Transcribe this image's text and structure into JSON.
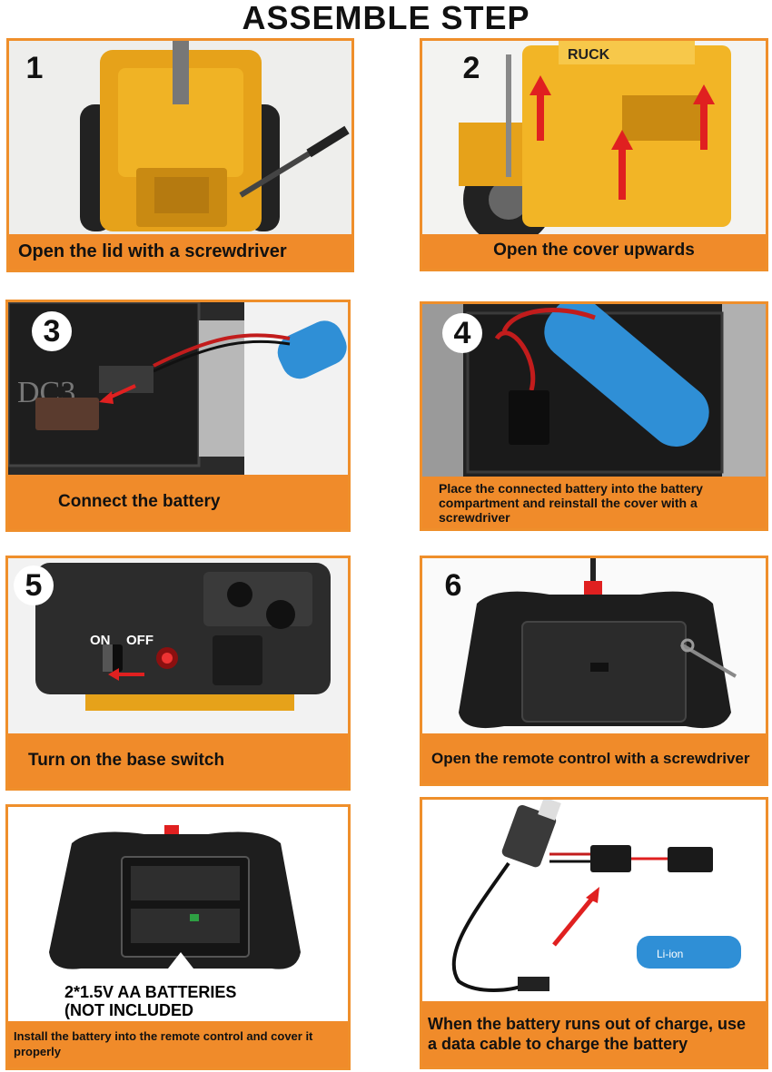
{
  "title": "ASSEMBLE STEP",
  "steps": [
    {
      "number": "1",
      "caption": "Open the lid with a screwdriver"
    },
    {
      "number": "2",
      "caption": "Open the cover upwards",
      "photo_text": "RUCK"
    },
    {
      "number": "3",
      "caption": "Connect the battery",
      "photo_text": "DC3"
    },
    {
      "number": "4",
      "caption": "Place the connected battery into the battery compartment and reinstall the cover with a screwdriver"
    },
    {
      "number": "5",
      "caption": "Turn on the base switch",
      "on_label": "ON",
      "off_label": "OFF"
    },
    {
      "number": "6",
      "caption": "Open the remote control with a screwdriver"
    },
    {
      "number": "",
      "caption": "Install the battery into the remote control and cover it properly",
      "note_line1": "2*1.5V AA BATTERIES",
      "note_line2": "(NOT INCLUDED"
    },
    {
      "number": "",
      "caption": "When the battery runs out of charge, use a data cable to charge the battery",
      "battery_label": "Li-ion"
    }
  ],
  "colors": {
    "panel_border": "#ef8f2b",
    "caption_bg": "#f08b2a",
    "truck_yellow": "#e8a61c",
    "battery_blue": "#2f8fd6",
    "arrow_red": "#e02020"
  }
}
